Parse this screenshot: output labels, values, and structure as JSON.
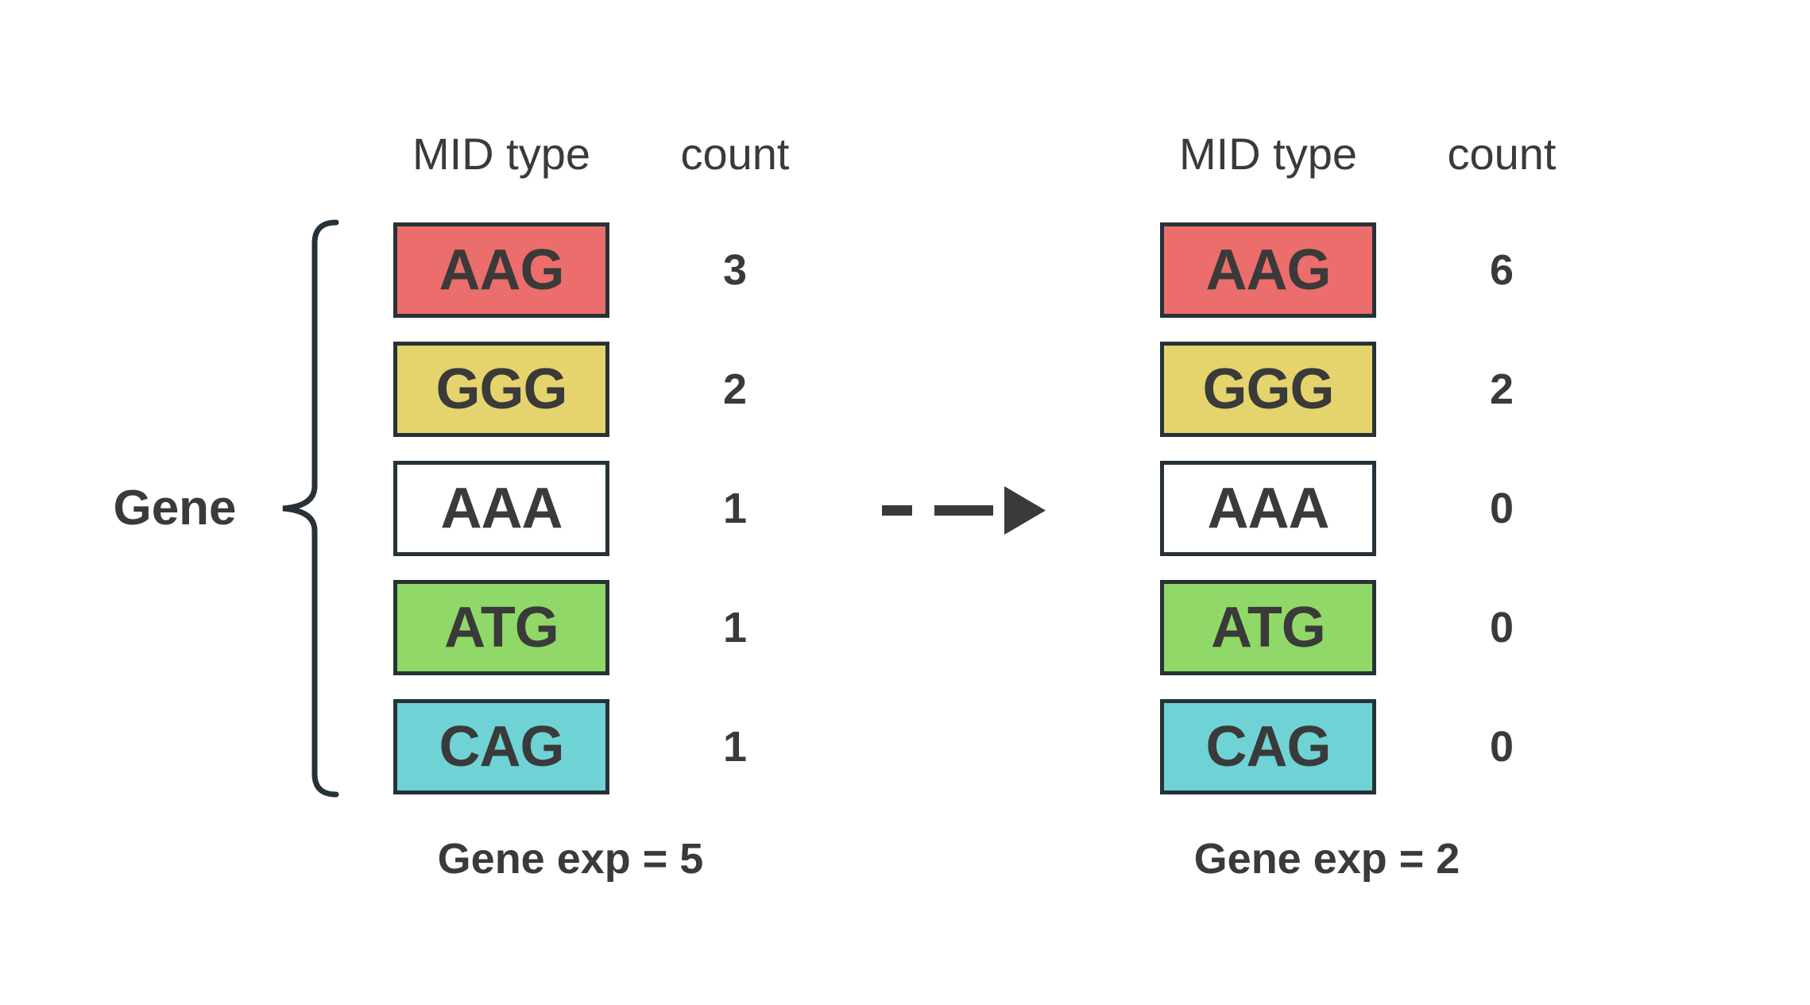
{
  "left_panel": {
    "gene_label": "Gene",
    "headers": {
      "mid_type": "MID type",
      "count": "count"
    },
    "rows": [
      {
        "mid": "AAG",
        "count": "3",
        "color": "#EB6E6C"
      },
      {
        "mid": "GGG",
        "count": "2",
        "color": "#E5D36D"
      },
      {
        "mid": "AAA",
        "count": "1",
        "color": "#FFFFFF"
      },
      {
        "mid": "ATG",
        "count": "1",
        "color": "#90D868"
      },
      {
        "mid": "CAG",
        "count": "1",
        "color": "#6FD3D5"
      }
    ],
    "summary": "Gene exp = 5"
  },
  "right_panel": {
    "headers": {
      "mid_type": "MID type",
      "count": "count"
    },
    "rows": [
      {
        "mid": "AAG",
        "count": "6",
        "color": "#EB6E6C"
      },
      {
        "mid": "GGG",
        "count": "2",
        "color": "#E5D36D"
      },
      {
        "mid": "AAA",
        "count": "0",
        "color": "#FFFFFF"
      },
      {
        "mid": "ATG",
        "count": "0",
        "color": "#90D868"
      },
      {
        "mid": "CAG",
        "count": "0",
        "color": "#6FD3D5"
      }
    ],
    "summary": "Gene exp = 2"
  },
  "colors": {
    "background": "#FFFFFF",
    "border": "#263238",
    "text": "#3A3A3A",
    "arrow": "#3A3A3A"
  }
}
